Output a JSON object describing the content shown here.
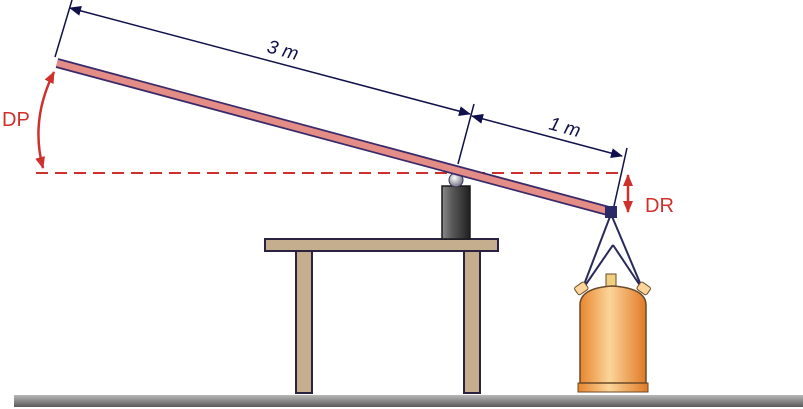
{
  "labels": {
    "long_arm": "3 m",
    "short_arm": "1 m",
    "angle_long": "DP",
    "angle_short": "DR"
  },
  "colors": {
    "beam": "#e48c86",
    "beam_outline": "#3a2a6a",
    "dimension": "#10104a",
    "angle": "#d0302c",
    "table": "#c4ae8e",
    "table_outline": "#2a2240",
    "ground": "#8a8a8a",
    "fulcrum": "#3a3a3a",
    "cylinder": "#f2a24a"
  }
}
